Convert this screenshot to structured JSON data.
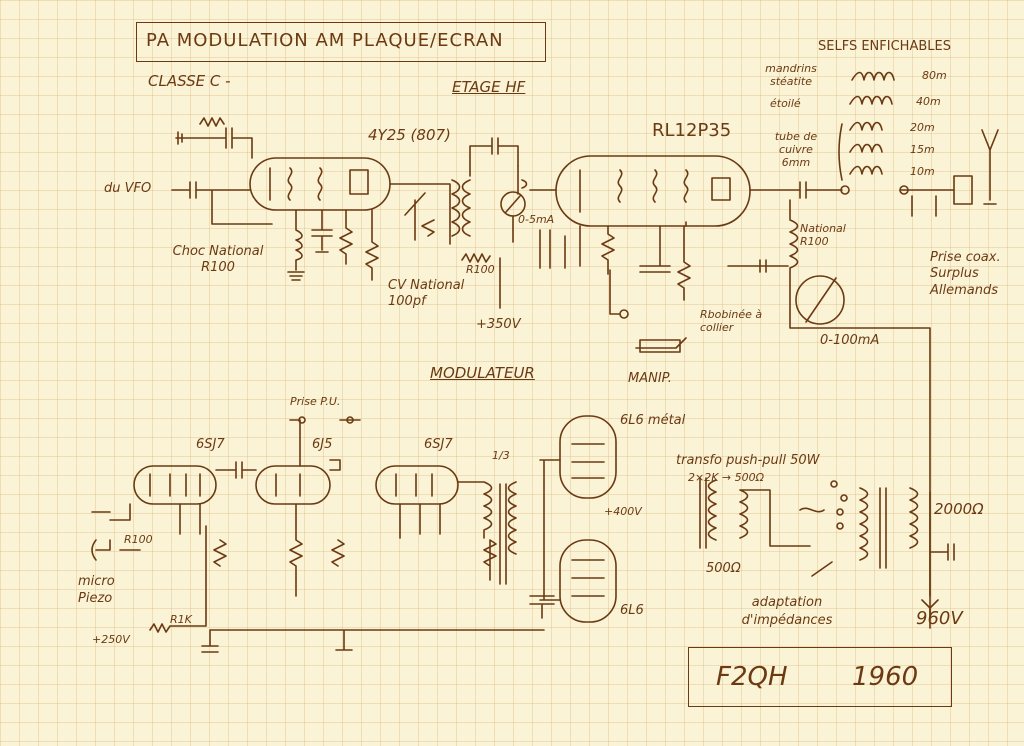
{
  "title": "PA MODULATION AM PLAQUE/ECRAN",
  "class_label": "CLASSE C -",
  "hf_stage": {
    "heading": "ETAGE HF",
    "tube_driver": "4Y25 (807)",
    "tube_final": "RL12P35",
    "vfo_label": "du VFO",
    "choke_label": "Choc National R100",
    "cv_label": "CV National 100pf",
    "r100_label": "R100",
    "voltage": "+350V",
    "meter_small": "0-5mA",
    "meter_large": "0-100mA",
    "national_r100": "National R100",
    "bobbin_label": "Rbobinée à collier",
    "key_label": "MANIP.",
    "coils_heading": "SELFS ENFICHABLES",
    "mandrin_label": "mandrins stéatite",
    "etoile_label": "étoilé",
    "tube_cuivre_label": "tube de cuivre 6mm",
    "bands": [
      "80m",
      "40m",
      "20m",
      "15m",
      "10m"
    ],
    "coax_label": "Prise coax. Surplus Allemands"
  },
  "modulator": {
    "heading": "MODULATEUR",
    "pu_label": "Prise P.U.",
    "tubes": [
      "6SJ7",
      "6J5",
      "6SJ7",
      "6L6 métal",
      "6L6"
    ],
    "ratio": "1/3",
    "mic_label": "micro Piezo",
    "r100": "R100",
    "r1k": "R1K",
    "plus250": "+250V",
    "transfo_label": "transfo push-pull 50W",
    "transfo_imp": "2×2K → 500Ω",
    "plus400": "+400V",
    "imp_500": "500Ω",
    "adapt_label": "adaptation d'impédances",
    "imp_2000": "2000Ω",
    "hv": "960V"
  },
  "signature": {
    "call": "F2QH",
    "year": "1960"
  }
}
